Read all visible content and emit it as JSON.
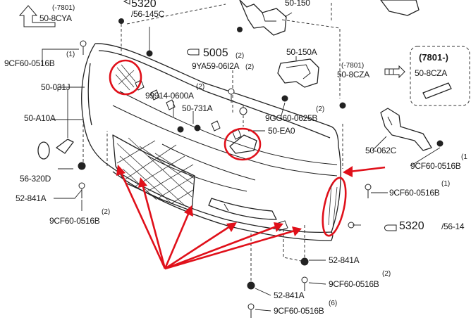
{
  "labels": {
    "cya": "50-8CYA",
    "cya_note": "(-7801)",
    "ref_5320_top": "5320",
    "ref_56145c": "/56-145C",
    "c0516b_tl": "9CF60-0516B",
    "c0516b_tl_qty": "(1)",
    "cya_right": "50-150",
    "ref_5005": "5005",
    "ref_5005_qty": "(2)",
    "ya59": "9YA59-06I2A",
    "ya59_qty": "(2)",
    "l150a": "50-150A",
    "czp": "(-7801)",
    "cza": "50-8CZA",
    "box_title": "(7801-)",
    "box_cza": "50-8CZA",
    "l031j": "50-031J",
    "l99914": "99914-0600A",
    "l99914_qty": "(2)",
    "l731a": "50-731A",
    "gg60": "9GG60-0625B",
    "gg60_qty": "(2)",
    "ea0": "50-EA0",
    "a10a": "50-A10A",
    "l062c": "50-062C",
    "c0516b_rr": "9CF60-0516B",
    "c0516b_rr_qty": "(1",
    "c0516b_r": "9CF60-0516B",
    "c0516b_r_qty": "(1)",
    "l320d": "56-320D",
    "l841a_l": "52-841A",
    "c0516b_l": "9CF60-0516B",
    "c0516b_l_qty": "(2)",
    "ref_5320_r": "5320",
    "ref_5614": "/56-14",
    "l841a_m": "52-841A",
    "c0516b_m": "9CF60-0516B",
    "c0516b_m_qty": "(2)",
    "l841a_b": "52-841A",
    "c0516b_b": "9CF60-0516B",
    "c0516b_b_qty": "(6)"
  },
  "colors": {
    "highlight": "#e0101a",
    "line": "#222222",
    "background": "#ffffff"
  },
  "icons": [
    "front-arrow-icon",
    "reference-arrow-icon",
    "screw-icon",
    "clip-icon"
  ]
}
